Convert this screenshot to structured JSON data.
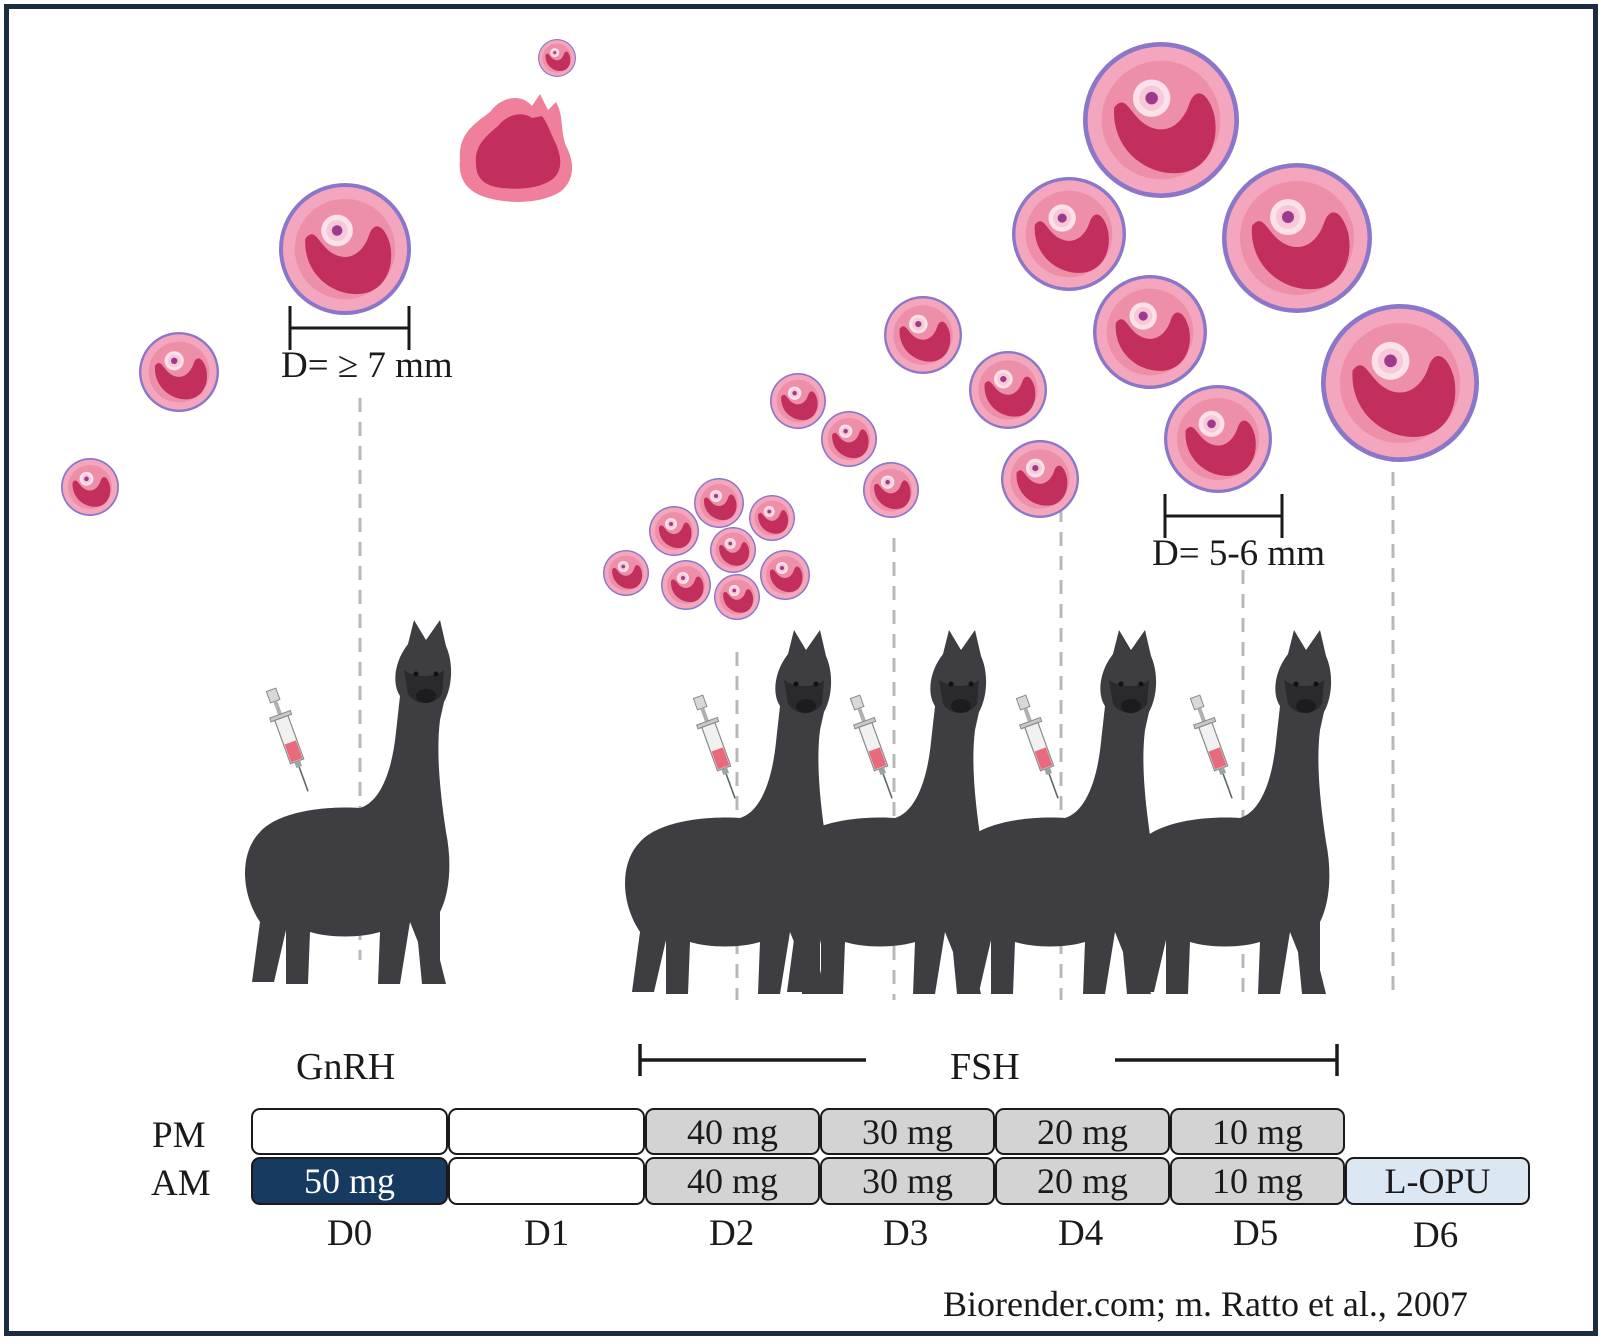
{
  "measurements": {
    "left": "D= ≥ 7 mm",
    "right": "D= 5-6 mm"
  },
  "treatments": {
    "gnrh": "GnRH",
    "fsh": "FSH"
  },
  "rows": {
    "pm": "PM",
    "am": "AM"
  },
  "doses": {
    "pm": [
      "",
      "",
      "40 mg",
      "30 mg",
      "20 mg",
      "10 mg"
    ],
    "am": [
      "50 mg",
      "",
      "40 mg",
      "30 mg",
      "20 mg",
      "10 mg",
      "L-OPU"
    ]
  },
  "days": [
    "D0",
    "D1",
    "D2",
    "D3",
    "D4",
    "D5",
    "D6"
  ],
  "credit": "Biorender.com; m. Ratto et al., 2007",
  "colors": {
    "frame": "#1c2d3f",
    "follicle_outer": "#f3a6bd",
    "follicle_ring": "#8a77c9",
    "follicle_core": "#c22f5c",
    "alpaca": "#3e3e42",
    "gnrh_cell": "#173a60",
    "fsh_cell": "#d3d3d3",
    "opu_cell": "#dbe7f3"
  },
  "icons": [
    "follicle-icon",
    "corpus-luteum-icon",
    "alpaca-icon",
    "syringe-icon"
  ]
}
